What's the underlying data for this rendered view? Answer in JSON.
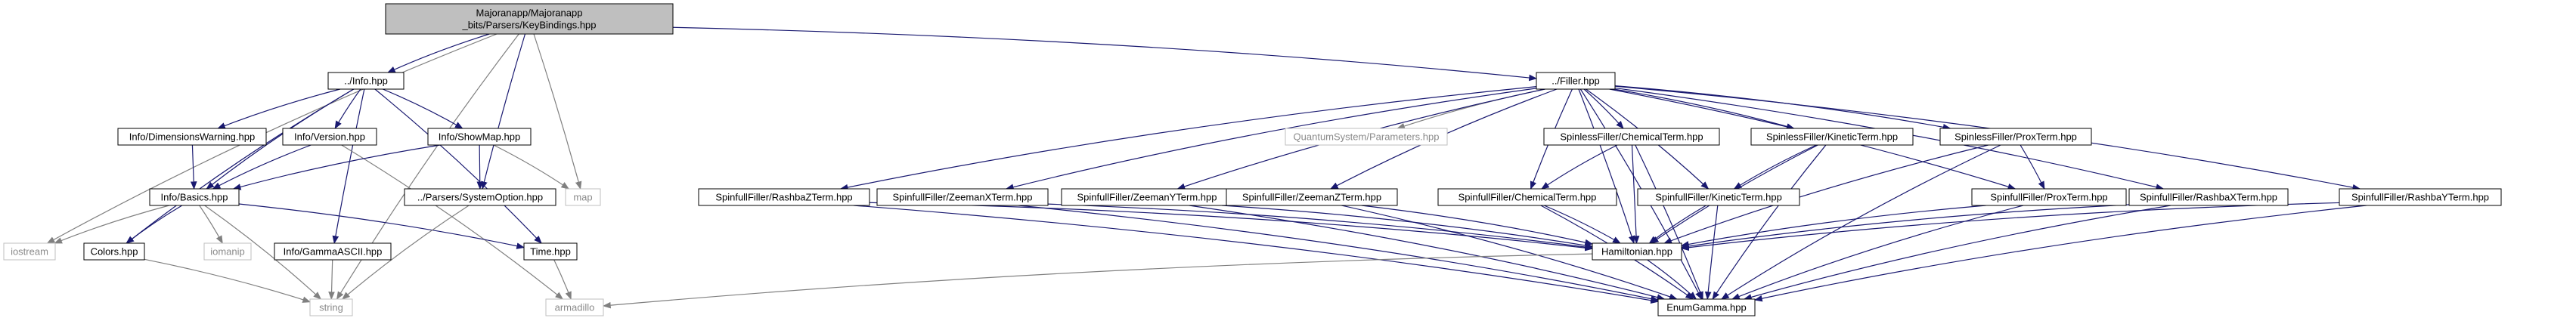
{
  "diagram": {
    "type": "include-dependency-graph",
    "colors": {
      "node_fill": "#ffffff",
      "node_border": "#000000",
      "root_fill": "#bfbfbf",
      "external_border": "#bfbfbf",
      "external_text": "#8a8a8a",
      "edge_project": "#191970",
      "edge_external": "#808080"
    },
    "nodes": [
      {
        "id": "root",
        "label": "Majoranapp/Majoranapp\n_bits/Parsers/KeyBindings.hpp",
        "kind": "root"
      },
      {
        "id": "info",
        "label": "../Info.hpp",
        "kind": "project"
      },
      {
        "id": "filler",
        "label": "../Filler.hpp",
        "kind": "project"
      },
      {
        "id": "dimwarn",
        "label": "Info/DimensionsWarning.hpp",
        "kind": "project"
      },
      {
        "id": "version",
        "label": "Info/Version.hpp",
        "kind": "project"
      },
      {
        "id": "showmap",
        "label": "Info/ShowMap.hpp",
        "kind": "project"
      },
      {
        "id": "basics",
        "label": "Info/Basics.hpp",
        "kind": "project"
      },
      {
        "id": "sysopt",
        "label": "../Parsers/SystemOption.hpp",
        "kind": "project"
      },
      {
        "id": "map",
        "label": "map",
        "kind": "external"
      },
      {
        "id": "iostream",
        "label": "iostream",
        "kind": "external"
      },
      {
        "id": "colors",
        "label": "Colors.hpp",
        "kind": "project"
      },
      {
        "id": "iomanip",
        "label": "iomanip",
        "kind": "external"
      },
      {
        "id": "gammaascii",
        "label": "Info/GammaASCII.hpp",
        "kind": "project"
      },
      {
        "id": "time",
        "label": "Time.hpp",
        "kind": "project"
      },
      {
        "id": "string",
        "label": "string",
        "kind": "external"
      },
      {
        "id": "armadillo",
        "label": "armadillo",
        "kind": "external"
      },
      {
        "id": "qsparams",
        "label": "QuantumSystem/Parameters.hpp",
        "kind": "external"
      },
      {
        "id": "sl_chem",
        "label": "SpinlessFiller/ChemicalTerm.hpp",
        "kind": "project"
      },
      {
        "id": "sl_kin",
        "label": "SpinlessFiller/KineticTerm.hpp",
        "kind": "project"
      },
      {
        "id": "sl_prox",
        "label": "SpinlessFiller/ProxTerm.hpp",
        "kind": "project"
      },
      {
        "id": "sf_rbz",
        "label": "SpinfullFiller/RashbaZTerm.hpp",
        "kind": "project"
      },
      {
        "id": "sf_zx",
        "label": "SpinfullFiller/ZeemanXTerm.hpp",
        "kind": "project"
      },
      {
        "id": "sf_zy",
        "label": "SpinfullFiller/ZeemanYTerm.hpp",
        "kind": "project"
      },
      {
        "id": "sf_zz",
        "label": "SpinfullFiller/ZeemanZTerm.hpp",
        "kind": "project"
      },
      {
        "id": "sf_chem",
        "label": "SpinfullFiller/ChemicalTerm.hpp",
        "kind": "project"
      },
      {
        "id": "sf_kin",
        "label": "SpinfullFiller/KineticTerm.hpp",
        "kind": "project"
      },
      {
        "id": "sf_prox",
        "label": "SpinfullFiller/ProxTerm.hpp",
        "kind": "project"
      },
      {
        "id": "sf_rbx",
        "label": "SpinfullFiller/RashbaXTerm.hpp",
        "kind": "project"
      },
      {
        "id": "sf_rby",
        "label": "SpinfullFiller/RashbaYTerm.hpp",
        "kind": "project"
      },
      {
        "id": "ham",
        "label": "Hamiltonian.hpp",
        "kind": "project"
      },
      {
        "id": "enumgamma",
        "label": "EnumGamma.hpp",
        "kind": "project"
      }
    ],
    "edges": [
      [
        "root",
        "info"
      ],
      [
        "root",
        "filler"
      ],
      [
        "root",
        "iostream"
      ],
      [
        "root",
        "sysopt"
      ],
      [
        "root",
        "map"
      ],
      [
        "root",
        "string"
      ],
      [
        "info",
        "dimwarn"
      ],
      [
        "info",
        "version"
      ],
      [
        "info",
        "showmap"
      ],
      [
        "info",
        "basics"
      ],
      [
        "info",
        "colors"
      ],
      [
        "info",
        "gammaascii"
      ],
      [
        "info",
        "time"
      ],
      [
        "dimwarn",
        "basics"
      ],
      [
        "version",
        "basics"
      ],
      [
        "version",
        "armadillo"
      ],
      [
        "showmap",
        "basics"
      ],
      [
        "showmap",
        "sysopt"
      ],
      [
        "showmap",
        "map"
      ],
      [
        "basics",
        "iostream"
      ],
      [
        "basics",
        "colors"
      ],
      [
        "basics",
        "iomanip"
      ],
      [
        "basics",
        "string"
      ],
      [
        "basics",
        "time"
      ],
      [
        "colors",
        "string"
      ],
      [
        "gammaascii",
        "string"
      ],
      [
        "sysopt",
        "string"
      ],
      [
        "time",
        "armadillo"
      ],
      [
        "filler",
        "qsparams"
      ],
      [
        "filler",
        "sl_chem"
      ],
      [
        "filler",
        "sl_kin"
      ],
      [
        "filler",
        "sl_prox"
      ],
      [
        "filler",
        "sf_rbz"
      ],
      [
        "filler",
        "sf_zx"
      ],
      [
        "filler",
        "sf_zy"
      ],
      [
        "filler",
        "sf_zz"
      ],
      [
        "filler",
        "sf_chem"
      ],
      [
        "filler",
        "sf_kin"
      ],
      [
        "filler",
        "sf_prox"
      ],
      [
        "filler",
        "sf_rbx"
      ],
      [
        "filler",
        "sf_rby"
      ],
      [
        "filler",
        "ham"
      ],
      [
        "filler",
        "enumgamma"
      ],
      [
        "sl_chem",
        "sf_chem"
      ],
      [
        "sl_chem",
        "ham"
      ],
      [
        "sl_chem",
        "enumgamma"
      ],
      [
        "sl_kin",
        "sf_kin"
      ],
      [
        "sl_kin",
        "ham"
      ],
      [
        "sl_kin",
        "enumgamma"
      ],
      [
        "sl_prox",
        "sf_prox"
      ],
      [
        "sl_prox",
        "ham"
      ],
      [
        "sl_prox",
        "enumgamma"
      ],
      [
        "sf_rbz",
        "ham"
      ],
      [
        "sf_rbz",
        "enumgamma"
      ],
      [
        "sf_zx",
        "ham"
      ],
      [
        "sf_zx",
        "enumgamma"
      ],
      [
        "sf_zy",
        "ham"
      ],
      [
        "sf_zy",
        "enumgamma"
      ],
      [
        "sf_zz",
        "ham"
      ],
      [
        "sf_zz",
        "enumgamma"
      ],
      [
        "sf_chem",
        "ham"
      ],
      [
        "sf_chem",
        "enumgamma"
      ],
      [
        "sf_kin",
        "ham"
      ],
      [
        "sf_kin",
        "enumgamma"
      ],
      [
        "sf_prox",
        "ham"
      ],
      [
        "sf_prox",
        "enumgamma"
      ],
      [
        "sf_rbx",
        "ham"
      ],
      [
        "sf_rbx",
        "enumgamma"
      ],
      [
        "sf_rby",
        "ham"
      ],
      [
        "sf_rby",
        "enumgamma"
      ],
      [
        "ham",
        "armadillo"
      ],
      [
        "ham",
        "enumgamma"
      ]
    ]
  }
}
